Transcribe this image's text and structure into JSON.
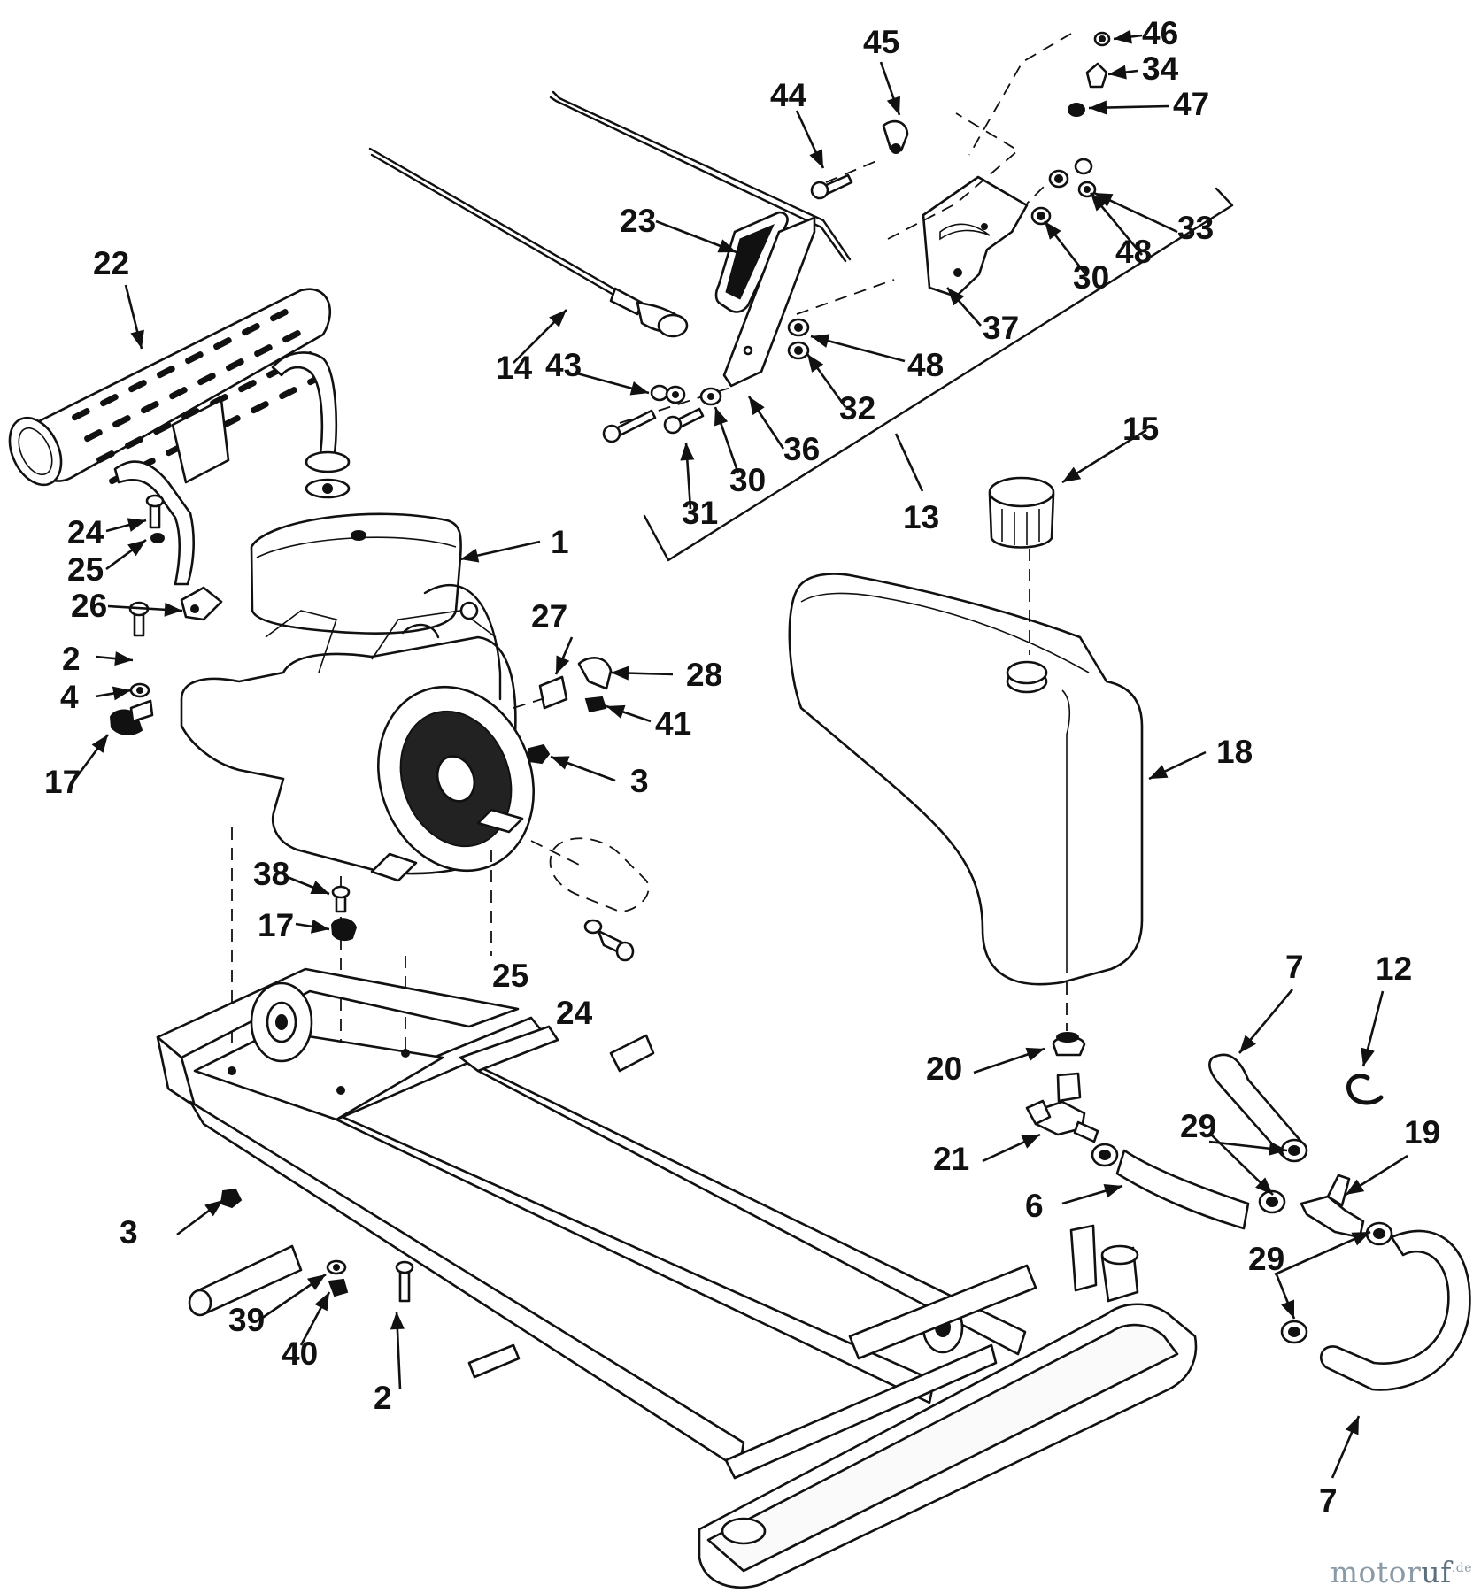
{
  "callouts": [
    {
      "id": "c1",
      "label": "1",
      "part": "engine"
    },
    {
      "id": "c2a",
      "label": "2",
      "part": "bolt"
    },
    {
      "id": "c2b",
      "label": "2",
      "part": "bolt"
    },
    {
      "id": "c3a",
      "label": "3",
      "part": "nut"
    },
    {
      "id": "c3b",
      "label": "3",
      "part": "nut"
    },
    {
      "id": "c4",
      "label": "4",
      "part": "washer"
    },
    {
      "id": "c6",
      "label": "6",
      "part": "fuel-hose"
    },
    {
      "id": "c7a",
      "label": "7",
      "part": "fuel-hose"
    },
    {
      "id": "c7b",
      "label": "7",
      "part": "fuel-hose"
    },
    {
      "id": "c12",
      "label": "12",
      "part": "clip"
    },
    {
      "id": "c13",
      "label": "13",
      "part": "throttle-assembly"
    },
    {
      "id": "c14",
      "label": "14",
      "part": "choke-cable"
    },
    {
      "id": "c15",
      "label": "15",
      "part": "fuel-cap"
    },
    {
      "id": "c17a",
      "label": "17",
      "part": "isolator"
    },
    {
      "id": "c17b",
      "label": "17",
      "part": "isolator"
    },
    {
      "id": "c18",
      "label": "18",
      "part": "fuel-tank"
    },
    {
      "id": "c19",
      "label": "19",
      "part": "y-fitting"
    },
    {
      "id": "c20",
      "label": "20",
      "part": "grommet"
    },
    {
      "id": "c21",
      "label": "21",
      "part": "shut-off-valve"
    },
    {
      "id": "c22",
      "label": "22",
      "part": "muffler"
    },
    {
      "id": "c23",
      "label": "23",
      "part": "pedal-pad"
    },
    {
      "id": "c24a",
      "label": "24",
      "part": "bolt"
    },
    {
      "id": "c24b",
      "label": "24",
      "part": "bolt"
    },
    {
      "id": "c25a",
      "label": "25",
      "part": "lockwasher"
    },
    {
      "id": "c25b",
      "label": "25",
      "part": "lockwasher"
    },
    {
      "id": "c26",
      "label": "26",
      "part": "gasket"
    },
    {
      "id": "c27",
      "label": "27",
      "part": "fuel-filter"
    },
    {
      "id": "c28",
      "label": "28",
      "part": "elbow"
    },
    {
      "id": "c29a",
      "label": "29",
      "part": "hose-clamp"
    },
    {
      "id": "c29b",
      "label": "29",
      "part": "hose-clamp"
    },
    {
      "id": "c30a",
      "label": "30",
      "part": "washer"
    },
    {
      "id": "c30b",
      "label": "30",
      "part": "washer"
    },
    {
      "id": "c31",
      "label": "31",
      "part": "bolt"
    },
    {
      "id": "c32",
      "label": "32",
      "part": "bushing"
    },
    {
      "id": "c33",
      "label": "33",
      "part": "nut"
    },
    {
      "id": "c34",
      "label": "34",
      "part": "ferrule"
    },
    {
      "id": "c36",
      "label": "36",
      "part": "throttle-pedal"
    },
    {
      "id": "c37",
      "label": "37",
      "part": "bracket"
    },
    {
      "id": "c38",
      "label": "38",
      "part": "bolt"
    },
    {
      "id": "c39",
      "label": "39",
      "part": "washer"
    },
    {
      "id": "c40",
      "label": "40",
      "part": "nut"
    },
    {
      "id": "c41",
      "label": "41",
      "part": "clamp"
    },
    {
      "id": "c43",
      "label": "43",
      "part": "bolt"
    },
    {
      "id": "c44",
      "label": "44",
      "part": "screw"
    },
    {
      "id": "c45",
      "label": "45",
      "part": "cable-clamp"
    },
    {
      "id": "c46",
      "label": "46",
      "part": "nut"
    },
    {
      "id": "c47",
      "label": "47",
      "part": "nut"
    },
    {
      "id": "c48a",
      "label": "48",
      "part": "washer"
    },
    {
      "id": "c48b",
      "label": "48",
      "part": "washer"
    }
  ],
  "watermark": {
    "part1": "motor",
    "part2": "uf",
    "suffix": ".de"
  },
  "colors": {
    "ink": "#111111",
    "paper": "#ffffff",
    "watermark": "#8a9aa6"
  }
}
